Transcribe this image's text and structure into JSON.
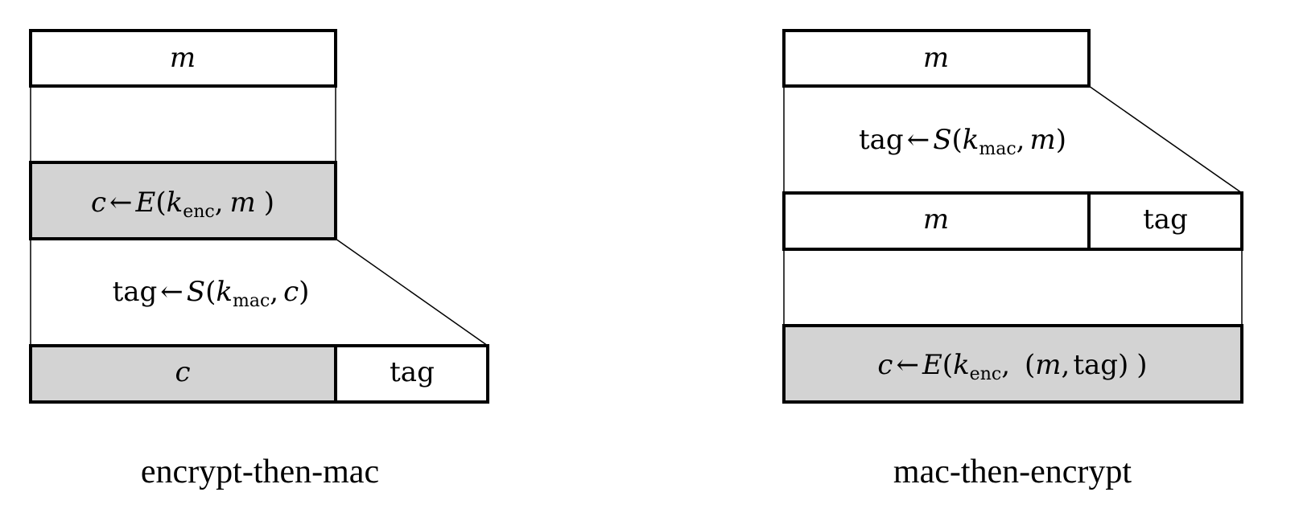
{
  "colors": {
    "shaded_fill": "#d3d3d3",
    "stroke": "#000000",
    "background": "#ffffff"
  },
  "encrypt_then_mac": {
    "caption": "encrypt-then-mac",
    "message_block": {
      "var": "m"
    },
    "encrypt_block": {
      "output": "c",
      "arrow": "←",
      "func": "E",
      "open": "(",
      "key": "k",
      "key_sub": "enc",
      "sep": ",",
      "arg": "m",
      "close": ")"
    },
    "mac_step": {
      "output": "tag",
      "arrow": "←",
      "func": "S",
      "open": "(",
      "key": "k",
      "key_sub": "mac",
      "sep": ",",
      "arg": "c",
      "close": ")"
    },
    "output_block": {
      "left": "c",
      "right": "tag"
    }
  },
  "mac_then_encrypt": {
    "caption": "mac-then-encrypt",
    "message_block": {
      "var": "m"
    },
    "mac_step": {
      "output": "tag",
      "arrow": "←",
      "func": "S",
      "open": "(",
      "key": "k",
      "key_sub": "mac",
      "sep": ",",
      "arg": "m",
      "close": ")"
    },
    "middle_block": {
      "left": "m",
      "right": "tag"
    },
    "encrypt_block": {
      "output": "c",
      "arrow": "←",
      "func": "E",
      "open": "(",
      "key": "k",
      "key_sub": "enc",
      "sep": ",",
      "pair_open": "(",
      "pair_first": "m",
      "pair_sep": ",",
      "pair_second": "tag",
      "pair_close": ")",
      "close": ")"
    }
  }
}
